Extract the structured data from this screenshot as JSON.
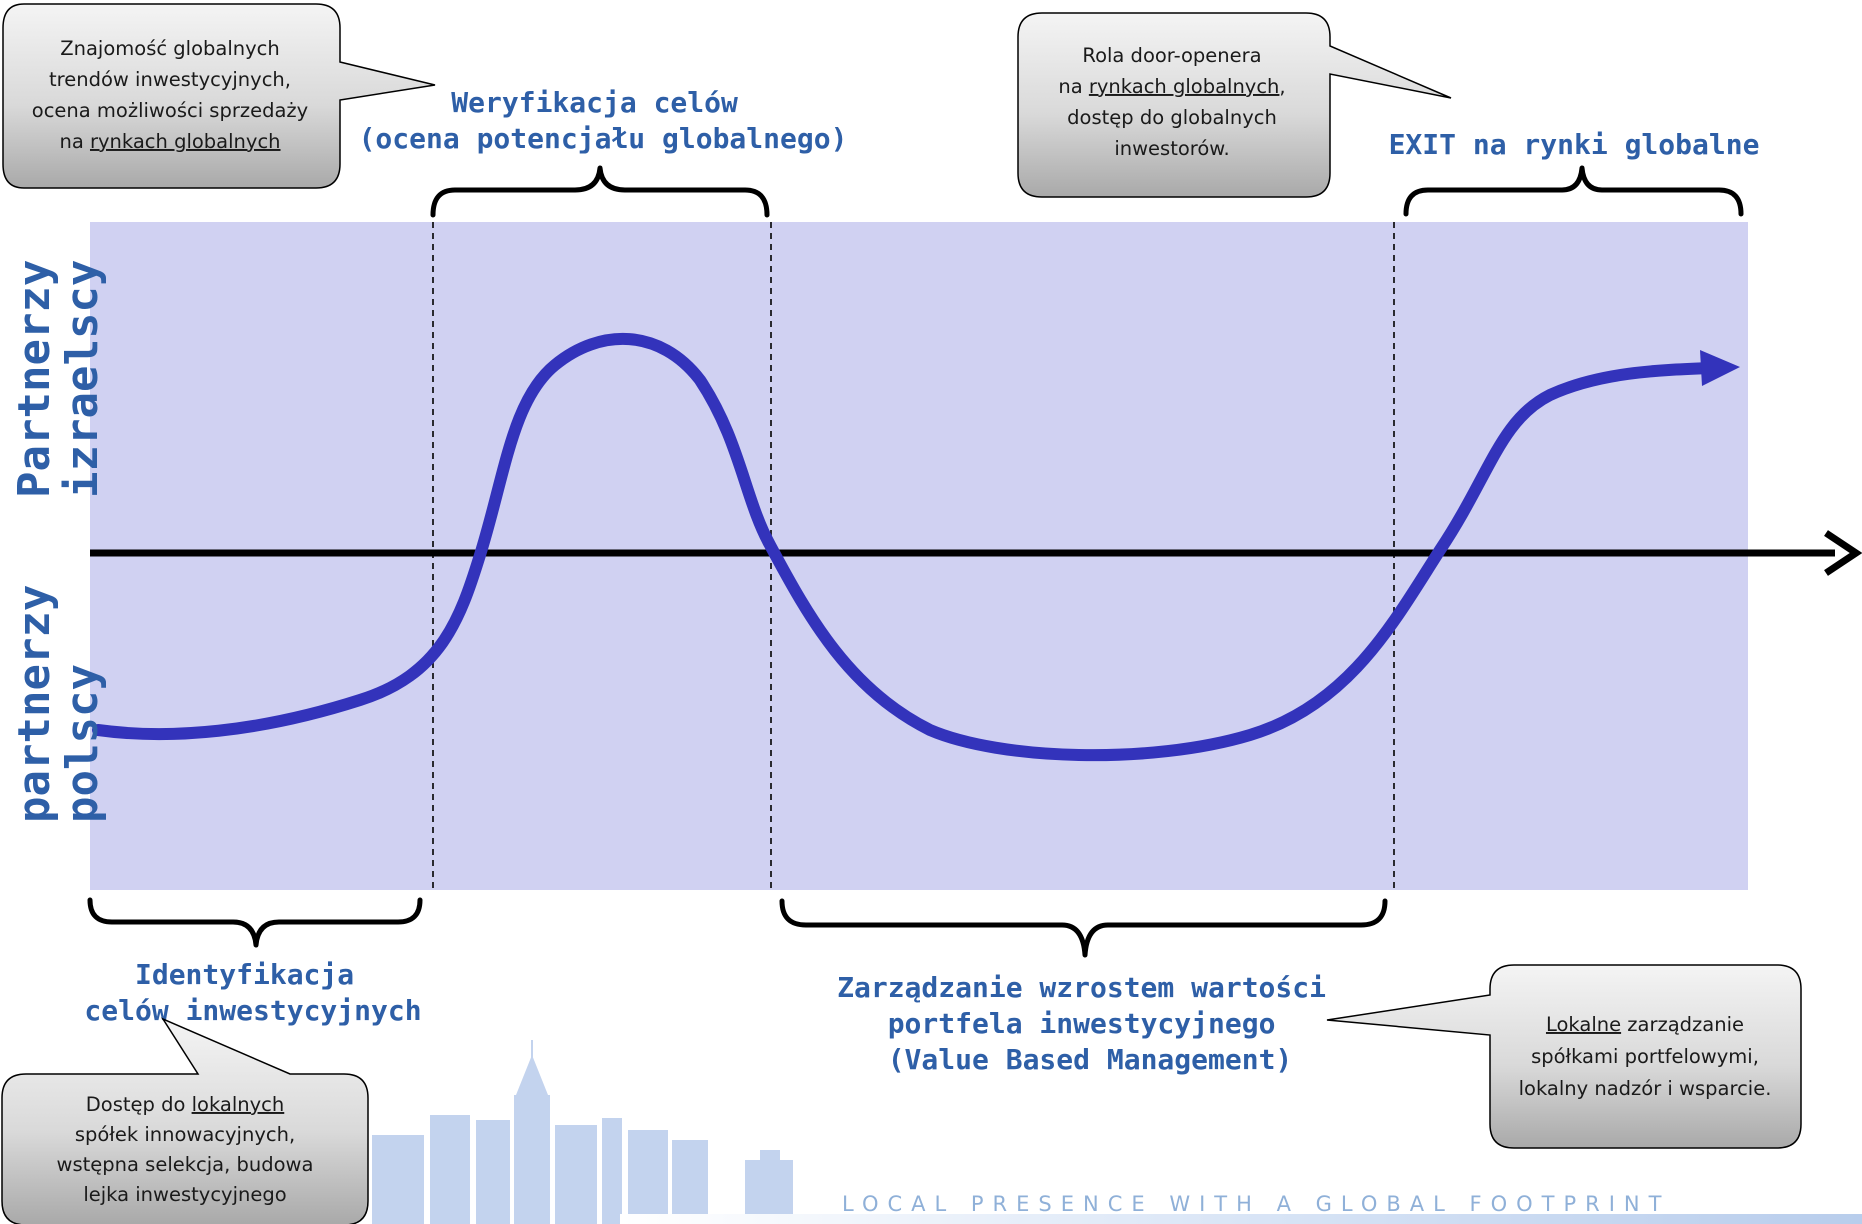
{
  "side_labels": {
    "top": [
      "Partnerzy",
      "izraelscy"
    ],
    "bottom": [
      "partnerzy",
      "polscy"
    ]
  },
  "phases": {
    "weryfikacja": [
      "Weryfikacja celów",
      "(ocena potencjału globalnego)"
    ],
    "exit": [
      "EXIT na rynki globalne"
    ],
    "identyfikacja": [
      "Identyfikacja",
      "celów inwestycyjnych"
    ],
    "zarzadzanie": [
      "Zarządzanie wzrostem wartości",
      "portfela inwestycyjnego",
      "(Value Based Management)"
    ]
  },
  "callouts": {
    "trends": {
      "lines": [
        [
          "Znajomość globalnych"
        ],
        [
          "trendów inwestycyjnych,"
        ],
        [
          "ocena możliwości sprzedaży"
        ],
        [
          "na ",
          {
            "u": "rynkach globalnych"
          }
        ]
      ]
    },
    "door_opener": {
      "lines": [
        [
          "Rola door-openera"
        ],
        [
          "na ",
          {
            "u": "rynkach globalnych"
          },
          ","
        ],
        [
          "dostęp do globalnych"
        ],
        [
          "inwestorów."
        ]
      ]
    },
    "local_access": {
      "lines": [
        [
          "Dostęp do ",
          {
            "u": "lokalnych"
          }
        ],
        [
          "spółek innowacyjnych,"
        ],
        [
          "wstępna selekcja, budowa"
        ],
        [
          "lejka inwestycyjnego"
        ]
      ]
    },
    "local_management": {
      "lines": [
        [
          {
            "u": "Lokalne"
          },
          " zarządzanie"
        ],
        [
          "spółkami portfelowymi,"
        ],
        [
          "lokalny nadzór i wsparcie."
        ]
      ]
    }
  },
  "tagline": "LOCAL PRESENCE WITH A GLOBAL FOOTPRINT",
  "colors": {
    "band": "#d0d1f2",
    "curve": "#3333bb",
    "axis": "#000000",
    "phase_text": "#2e5fa7",
    "callout_fill": "#d4d4d4",
    "tagline": "#8fb0d8"
  }
}
